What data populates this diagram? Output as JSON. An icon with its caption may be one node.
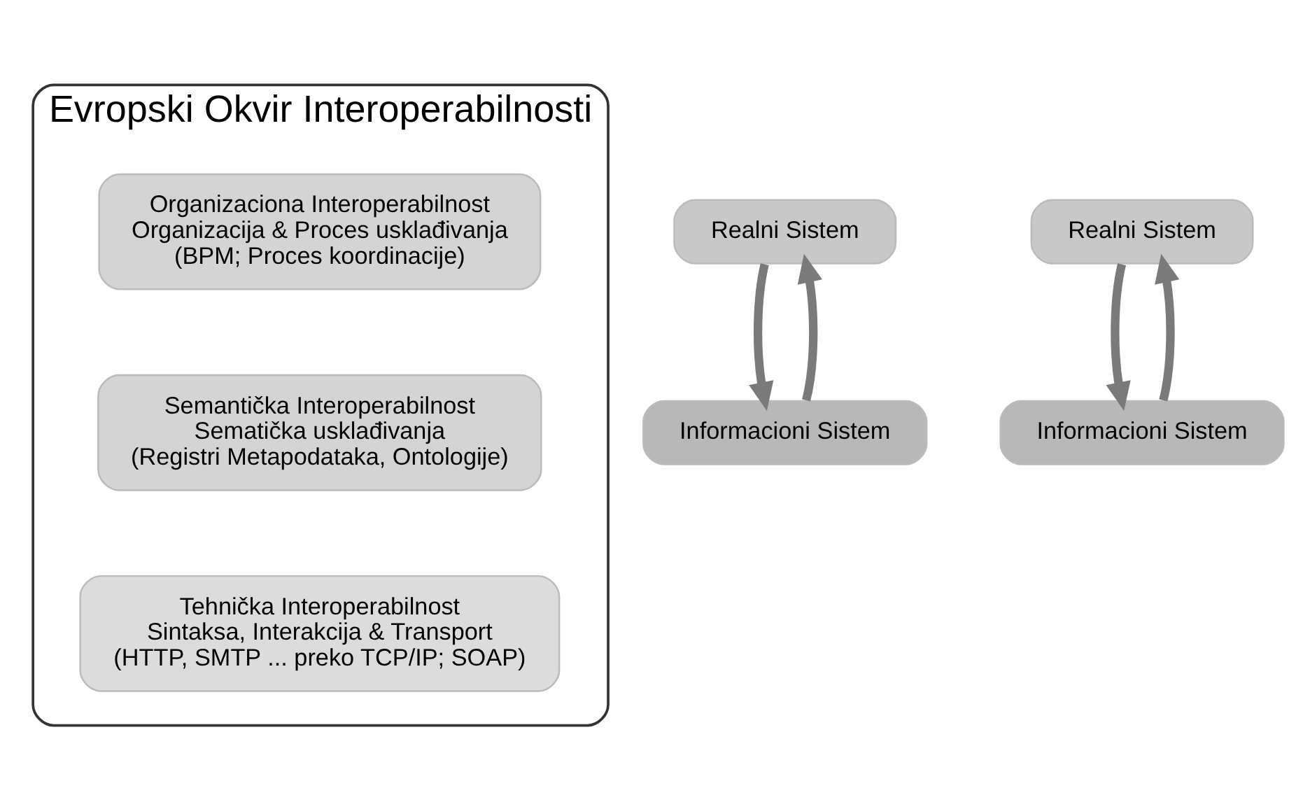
{
  "diagram": {
    "nodes": [
      {
        "text": [
          "Evropski Okvir Interoperabilnosti"
        ]
      },
      {
        "text": [
          "Organizaciona Interoperabilnost",
          "Organizacija & Proces usklađivanja",
          "(BPM; Proces koordinacije)"
        ],
        "in": 0
      },
      {
        "text": [
          "Realni Sistem"
        ]
      },
      {
        "text": [
          "Realni Sistem"
        ]
      },
      {
        "text": [
          "Semantička Interoperabilnost",
          "Sematička usklađivanja",
          "(Registri Metapodataka, Ontologije)"
        ],
        "in": 0
      },
      {
        "text": [
          "Tehnička Interoperabilnost",
          "Sintaksa, Interakcija & Transport",
          "(HTTP, SMTP ... preko TCP/IP; SOAP)"
        ],
        "in": 0
      },
      {
        "text": [
          "Informacioni Sistem"
        ]
      },
      {
        "text": [
          "Informacioni Sistem"
        ]
      }
    ],
    "edges": [
      {
        "from": 2,
        "to": 6,
        "arrow": "to"
      },
      {
        "from": 6,
        "to": 2,
        "arrow": "to"
      },
      {
        "from": 3,
        "to": 7,
        "arrow": "to"
      },
      {
        "from": 7,
        "to": 3,
        "arrow": "to"
      }
    ]
  }
}
